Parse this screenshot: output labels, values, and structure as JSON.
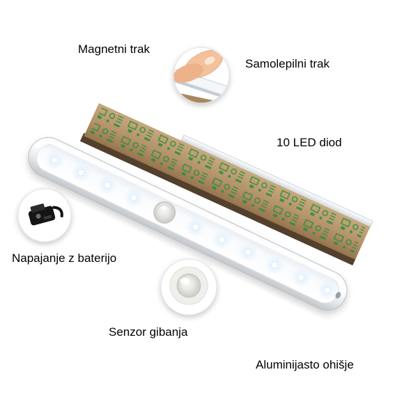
{
  "labels": {
    "magnetic_strip": "Magnetni trak",
    "adhesive_strip": "Samolepilni trak",
    "leds": "10 LED diod",
    "battery_power": "Napajanje z baterijo",
    "motion_sensor": "Senzor gibanja",
    "aluminum_housing": "Aluminijasto ohišje"
  },
  "product": {
    "led_count": 10,
    "colors": {
      "bar_body": "#e9eaec",
      "bar_edge": "#b9bcc0",
      "led_glow": "#e3f2ff",
      "strip_face": "#b3916a",
      "strip_edge": "#53402c",
      "strip_marks": "#2f8f3c"
    }
  },
  "illustrations": {
    "adhesive_peel_inset": "fingers-peeling-tape",
    "battery_inset": "battery-connector-clip",
    "sensor_inset": "pir-sensor-dome"
  }
}
